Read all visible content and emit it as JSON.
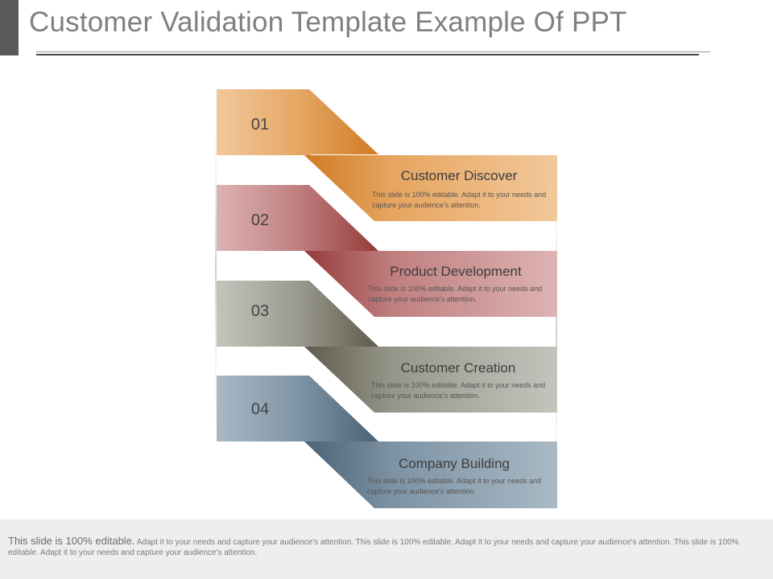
{
  "slide": {
    "title": "Customer Validation Template Example Of PPT"
  },
  "steps": [
    {
      "number": "01",
      "title": "Customer Discover",
      "description": "This slide is 100% editable.  Adapt it to your needs and capture your audience's attention.",
      "color_light": "#f2c89a",
      "color_dark": "#d07a22"
    },
    {
      "number": "02",
      "title": "Product Development",
      "description": "This slide is 100% editable.  Adapt it to your needs and capture your audience's attention.",
      "color_light": "#ddb3b3",
      "color_dark": "#963a3a"
    },
    {
      "number": "03",
      "title": "Customer Creation",
      "description": "This slide is 100% editable.  Adapt it to your needs and capture your audience's attention.",
      "color_light": "#c3c5bd",
      "color_dark": "#5e5b4c"
    },
    {
      "number": "04",
      "title": "Company Building",
      "description": "This slide is 100% editable.  Adapt it to your needs and capture your audience's attention.",
      "color_light": "#a9b9c5",
      "color_dark": "#4b6274"
    }
  ],
  "footer": {
    "lead": "This slide is 100% editable.",
    "text": "Adapt it to your needs and capture your audience's attention. This slide is 100% editable. Adapt it to your needs and capture your audience's attention. This slide is 100% editable. Adapt it to your needs and capture your audience's attention."
  }
}
